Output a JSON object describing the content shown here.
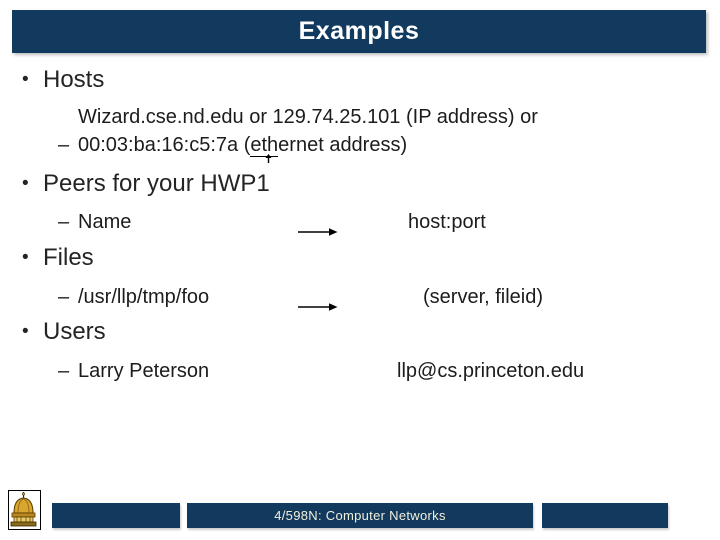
{
  "title": "Examples",
  "glyphs": {
    "bullet": "•",
    "dash": "–"
  },
  "colors": {
    "accent_navy": "#12395E",
    "footer_text": "#F2EFDC",
    "body_text": "#1c1c1c"
  },
  "icons": {
    "arrow": "right-arrow-icon",
    "underline_arrow": "underline-arrow-icon",
    "logo": "notre-dame-dome-logo"
  },
  "sections": {
    "hosts": {
      "heading": "Hosts",
      "detail_line1": "Wizard.cse.nd.edu or 129.74.25.101 (IP address) or",
      "detail_line2_prefix": "00:03:ba:16:c5:7a (",
      "detail_line2_underlined": "eth",
      "detail_line2_suffix": "ernet address)"
    },
    "peers": {
      "heading": "Peers for your HWP1",
      "name_label": "Name",
      "mapped_value": "host:port"
    },
    "files": {
      "heading": "Files",
      "name_label": "/usr/llp/tmp/foo",
      "mapped_value": "(server, fileid)"
    },
    "users": {
      "heading": "Users",
      "name_label": "Larry Peterson",
      "mapped_value": "llp@cs.princeton.edu"
    }
  },
  "footer": {
    "course_label": "4/598N: Computer Networks"
  }
}
